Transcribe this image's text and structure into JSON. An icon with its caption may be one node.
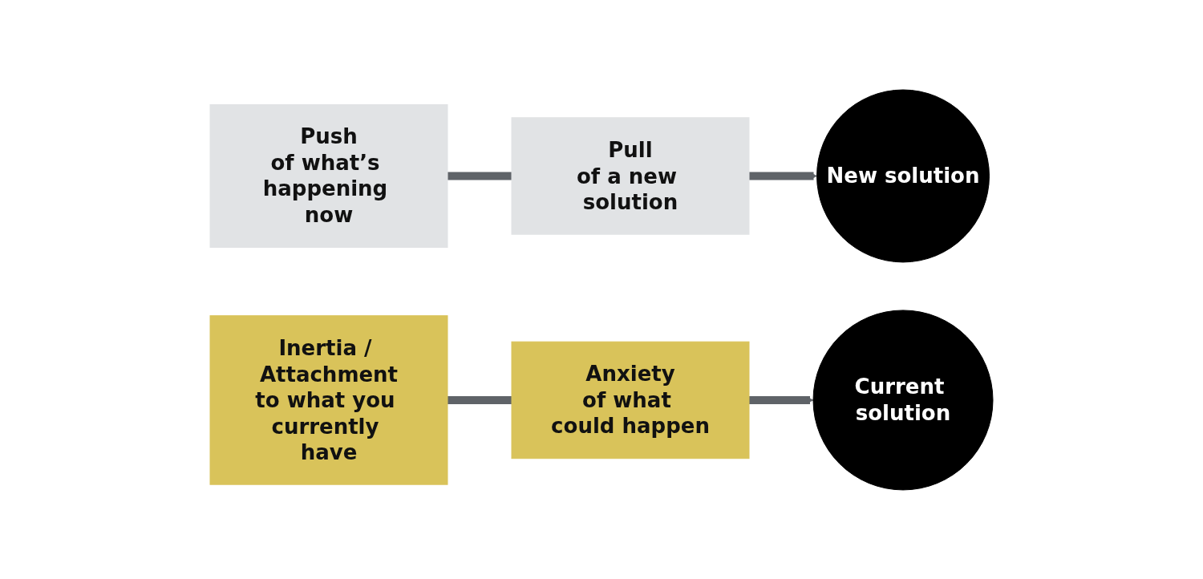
{
  "diagram": {
    "nodes": [
      {
        "text": [
          "Push",
          "of what’s happening now"
        ]
      },
      {
        "text": [
          "Pull",
          "of a new solution"
        ]
      },
      {
        "text": [
          "New solution"
        ]
      },
      {
        "text": [
          "Current solution"
        ]
      },
      {
        "text": [
          "Anxiety",
          "of what could happen"
        ]
      },
      {
        "text": [
          "Inertia / Attachment",
          "to what you currently have"
        ]
      }
    ],
    "edges": [
      {
        "from": 0,
        "to": 1,
        "arrow": "none"
      },
      {
        "from": 1,
        "to": 2,
        "arrow": "to"
      },
      {
        "from": 5,
        "to": 4,
        "arrow": "none"
      },
      {
        "from": 4,
        "to": 3,
        "arrow": "to"
      }
    ]
  }
}
